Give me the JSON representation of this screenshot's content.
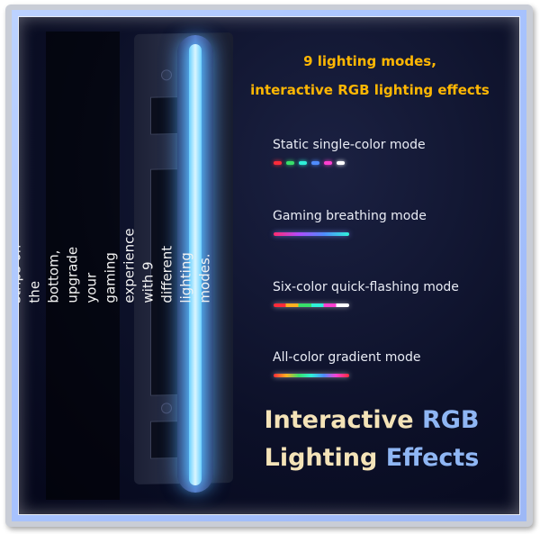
{
  "side_caption": "RGB ambient lighting strips on the bottom, upgrade your gaming experience with 9 different lighting modes.",
  "headline": {
    "line1": "9 lighting modes,",
    "line2": "interactive RGB lighting effects"
  },
  "modes": [
    {
      "label": "Static single-color mode"
    },
    {
      "label": "Gaming breathing mode"
    },
    {
      "label": "Six-color quick-flashing mode"
    },
    {
      "label": "All-color gradient mode"
    }
  ],
  "static_dot_colors": [
    "#ff2b3a",
    "#38e06a",
    "#2ff0d8",
    "#4f8cff",
    "#ff3fd0",
    "#ffffff"
  ],
  "title": {
    "line1_warm": "Interactive ",
    "line1_blue": "RGB",
    "line2_warm": "Lighting ",
    "line2_blue": "Effects"
  },
  "colors": {
    "headline": "#ffb703",
    "strip": "#6ad0ff",
    "background": "#0c1028"
  }
}
